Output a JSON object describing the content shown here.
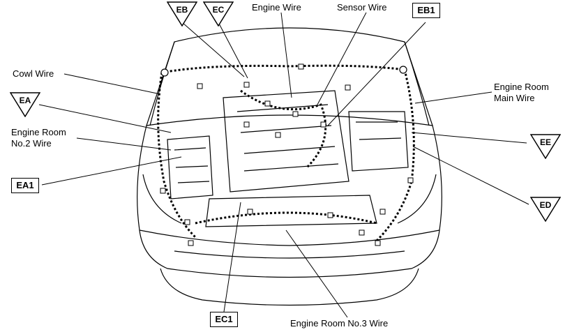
{
  "labels": {
    "engine_wire": "Engine Wire",
    "sensor_wire": "Sensor Wire",
    "cowl_wire": "Cowl Wire",
    "engine_room_no2_line1": "Engine Room",
    "engine_room_no2_line2": "No.2 Wire",
    "engine_room_main_line1": "Engine Room",
    "engine_room_main_line2": "Main Wire",
    "engine_room_no3": "Engine Room No.3 Wire"
  },
  "connectors": {
    "eb": "EB",
    "ec": "EC",
    "ea": "EA",
    "ee": "EE",
    "ed": "ED",
    "eb1": "EB1",
    "ea1": "EA1",
    "ec1": "EC1"
  }
}
